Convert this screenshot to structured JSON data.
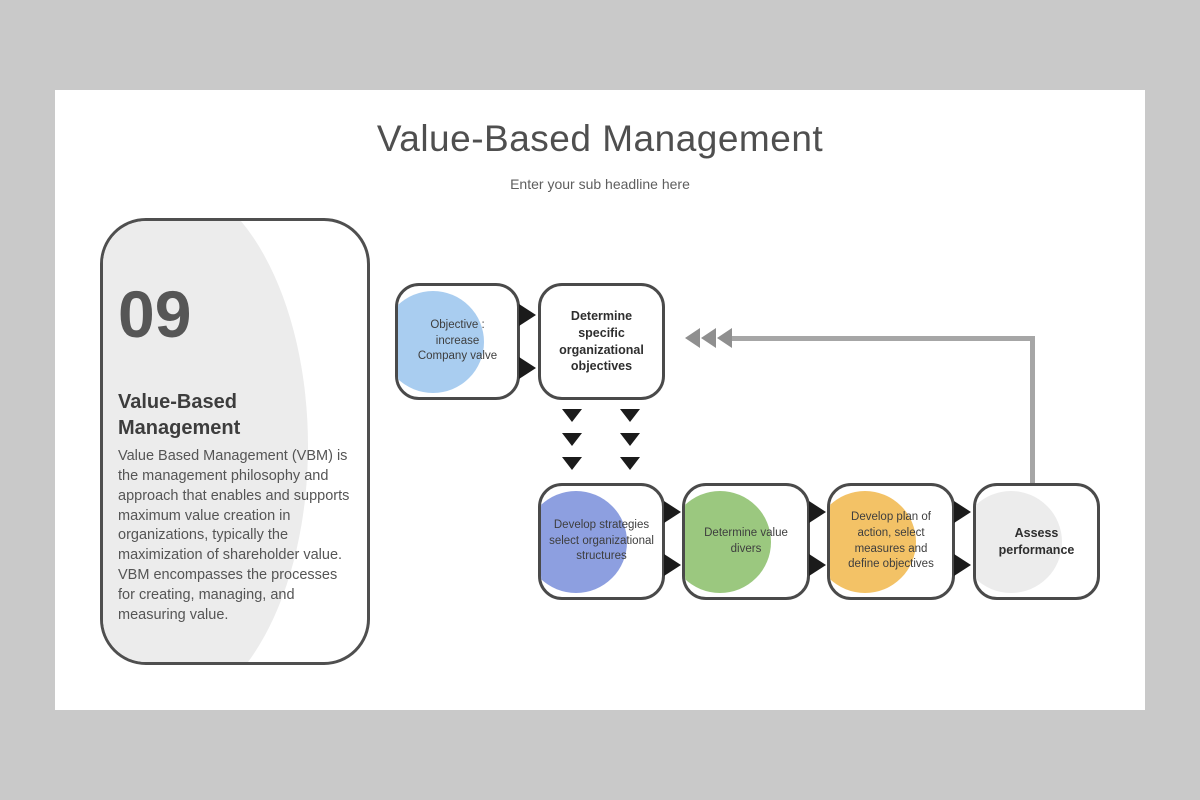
{
  "colors": {
    "canvas_bg": "#c9c9c9",
    "slide_bg": "#ffffff",
    "box_border": "#4a4a4a",
    "arrow_black": "#1b1b1b",
    "feedback_line": "#a6a6a6",
    "card_blob": "#ececec"
  },
  "slide": {
    "title": "Value-Based Management",
    "subtitle": "Enter your sub headline here"
  },
  "info_card": {
    "number": "09",
    "heading": "Value-Based Management",
    "body": "Value Based Management (VBM) is the management philosophy and approach that enables and supports maximum value creation in organizations, typically the maximization of shareholder value. VBM encompasses the processes for creating, managing, and measuring value."
  },
  "flow": {
    "boxes": [
      {
        "id": "objective",
        "label": "Objective : increase Company valve",
        "accent": "#a9cdf0"
      },
      {
        "id": "determine-objectives",
        "label": "Determine specific organizational objectives",
        "accent": ""
      },
      {
        "id": "develop-strategies",
        "label": "Develop strategies select organizational structures",
        "accent": "#8d9fe0"
      },
      {
        "id": "determine-value-divers",
        "label": "Determine value divers",
        "accent": "#9bc87f"
      },
      {
        "id": "develop-plan",
        "label": "Develop plan of action, select measures and define objectives",
        "accent": "#f3c266"
      },
      {
        "id": "assess-performance",
        "label": "Assess performance",
        "accent": "#ececec"
      }
    ]
  }
}
